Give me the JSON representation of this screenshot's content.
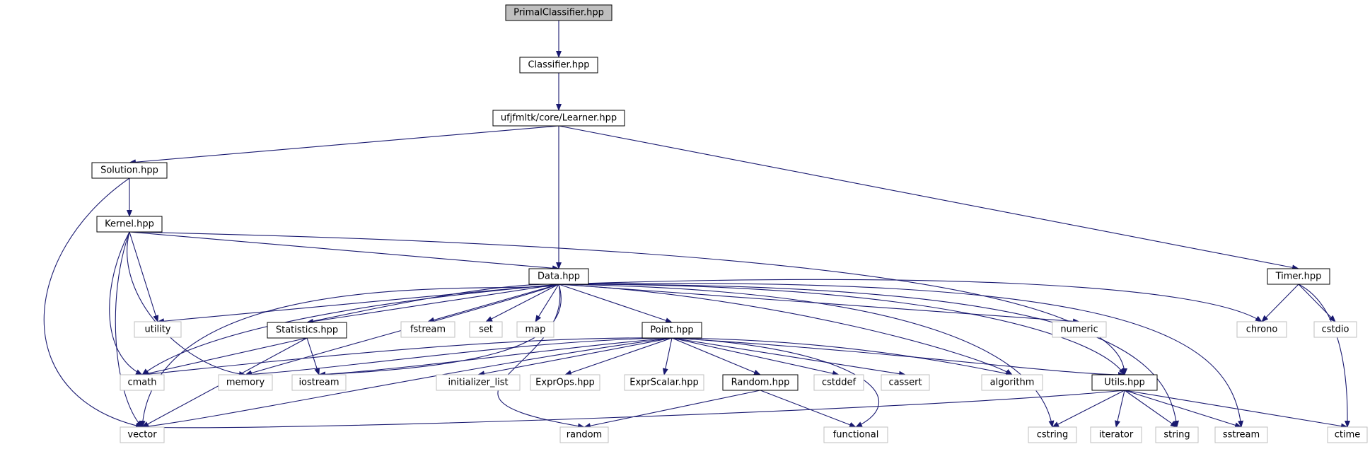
{
  "graph": {
    "title": "",
    "colors": {
      "edge": "#191970",
      "root_fill": "#bfbfbf",
      "node_stroke": "#000000",
      "system_stroke": "#bfbfbf",
      "text": "#000000"
    },
    "nodes": [
      {
        "id": "primal",
        "label": "PrimalClassifier.hpp",
        "kind": "root"
      },
      {
        "id": "classifier",
        "label": "Classifier.hpp",
        "kind": "local"
      },
      {
        "id": "learner",
        "label": "ufjfmltk/core/Learner.hpp",
        "kind": "local"
      },
      {
        "id": "solution",
        "label": "Solution.hpp",
        "kind": "local"
      },
      {
        "id": "timer",
        "label": "Timer.hpp",
        "kind": "local"
      },
      {
        "id": "kernel",
        "label": "Kernel.hpp",
        "kind": "local"
      },
      {
        "id": "data",
        "label": "Data.hpp",
        "kind": "local"
      },
      {
        "id": "statistics",
        "label": "Statistics.hpp",
        "kind": "local"
      },
      {
        "id": "point",
        "label": "Point.hpp",
        "kind": "local"
      },
      {
        "id": "random_hpp",
        "label": "Random.hpp",
        "kind": "local"
      },
      {
        "id": "utils",
        "label": "Utils.hpp",
        "kind": "local"
      },
      {
        "id": "utility",
        "label": "utility",
        "kind": "system"
      },
      {
        "id": "fstream",
        "label": "fstream",
        "kind": "system"
      },
      {
        "id": "set",
        "label": "set",
        "kind": "system"
      },
      {
        "id": "map",
        "label": "map",
        "kind": "system"
      },
      {
        "id": "numeric",
        "label": "numeric",
        "kind": "system"
      },
      {
        "id": "chrono",
        "label": "chrono",
        "kind": "system"
      },
      {
        "id": "cstdio",
        "label": "cstdio",
        "kind": "system"
      },
      {
        "id": "cmath",
        "label": "cmath",
        "kind": "system"
      },
      {
        "id": "memory",
        "label": "memory",
        "kind": "system"
      },
      {
        "id": "iostream",
        "label": "iostream",
        "kind": "system"
      },
      {
        "id": "initializer_list",
        "label": "initializer_list",
        "kind": "system"
      },
      {
        "id": "exprops",
        "label": "ExprOps.hpp",
        "kind": "system"
      },
      {
        "id": "exprscalar",
        "label": "ExprScalar.hpp",
        "kind": "system"
      },
      {
        "id": "cstddef",
        "label": "cstddef",
        "kind": "system"
      },
      {
        "id": "cassert",
        "label": "cassert",
        "kind": "system"
      },
      {
        "id": "algorithm",
        "label": "algorithm",
        "kind": "system"
      },
      {
        "id": "vector",
        "label": "vector",
        "kind": "system"
      },
      {
        "id": "random",
        "label": "random",
        "kind": "system"
      },
      {
        "id": "functional",
        "label": "functional",
        "kind": "system"
      },
      {
        "id": "cstring",
        "label": "cstring",
        "kind": "system"
      },
      {
        "id": "iterator",
        "label": "iterator",
        "kind": "system"
      },
      {
        "id": "string",
        "label": "string",
        "kind": "system"
      },
      {
        "id": "sstream",
        "label": "sstream",
        "kind": "system"
      },
      {
        "id": "ctime",
        "label": "ctime",
        "kind": "system"
      }
    ],
    "edges": [
      [
        "primal",
        "classifier"
      ],
      [
        "classifier",
        "learner"
      ],
      [
        "learner",
        "solution"
      ],
      [
        "learner",
        "data"
      ],
      [
        "learner",
        "timer"
      ],
      [
        "solution",
        "kernel"
      ],
      [
        "solution",
        "vector"
      ],
      [
        "kernel",
        "data"
      ],
      [
        "kernel",
        "utils"
      ],
      [
        "kernel",
        "utility"
      ],
      [
        "kernel",
        "cmath"
      ],
      [
        "kernel",
        "memory"
      ],
      [
        "kernel",
        "vector"
      ],
      [
        "timer",
        "chrono"
      ],
      [
        "timer",
        "cstdio"
      ],
      [
        "timer",
        "ctime"
      ],
      [
        "data",
        "utility"
      ],
      [
        "data",
        "statistics"
      ],
      [
        "data",
        "fstream"
      ],
      [
        "data",
        "set"
      ],
      [
        "data",
        "map"
      ],
      [
        "data",
        "point"
      ],
      [
        "data",
        "numeric"
      ],
      [
        "data",
        "chrono"
      ],
      [
        "data",
        "cmath"
      ],
      [
        "data",
        "memory"
      ],
      [
        "data",
        "iostream"
      ],
      [
        "data",
        "algorithm"
      ],
      [
        "data",
        "utils"
      ],
      [
        "data",
        "vector"
      ],
      [
        "data",
        "random"
      ],
      [
        "data",
        "cstring"
      ],
      [
        "data",
        "string"
      ],
      [
        "data",
        "sstream"
      ],
      [
        "statistics",
        "data"
      ],
      [
        "statistics",
        "cmath"
      ],
      [
        "statistics",
        "iostream"
      ],
      [
        "statistics",
        "vector"
      ],
      [
        "point",
        "cmath"
      ],
      [
        "point",
        "memory"
      ],
      [
        "point",
        "iostream"
      ],
      [
        "point",
        "initializer_list"
      ],
      [
        "point",
        "exprops"
      ],
      [
        "point",
        "exprscalar"
      ],
      [
        "point",
        "random_hpp"
      ],
      [
        "point",
        "cstddef"
      ],
      [
        "point",
        "cassert"
      ],
      [
        "point",
        "algorithm"
      ],
      [
        "point",
        "utils"
      ],
      [
        "point",
        "functional"
      ],
      [
        "point",
        "vector"
      ],
      [
        "random_hpp",
        "random"
      ],
      [
        "random_hpp",
        "functional"
      ],
      [
        "utils",
        "vector"
      ],
      [
        "utils",
        "cstring"
      ],
      [
        "utils",
        "iterator"
      ],
      [
        "utils",
        "string"
      ],
      [
        "utils",
        "sstream"
      ],
      [
        "utils",
        "ctime"
      ]
    ]
  }
}
